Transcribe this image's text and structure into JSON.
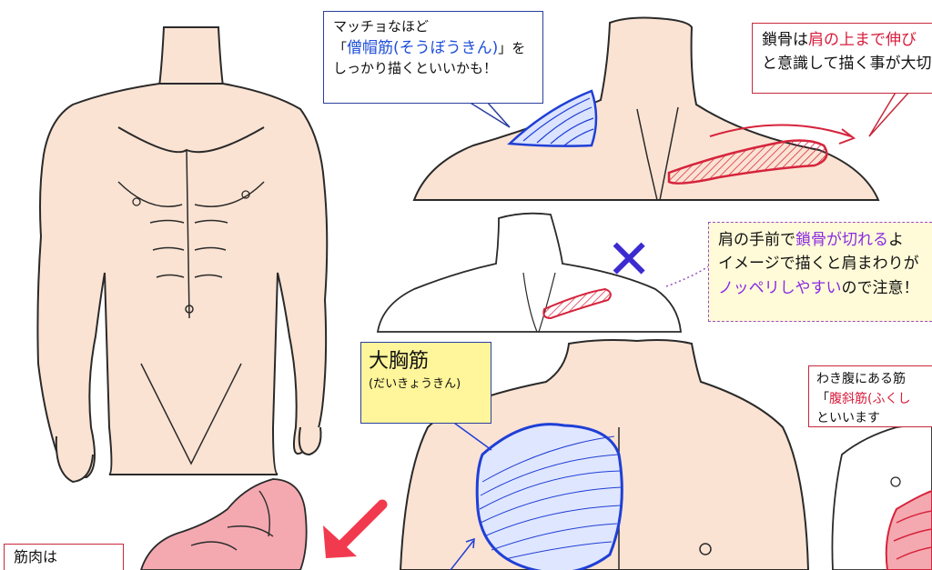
{
  "callouts": {
    "trapezius": {
      "line1": "マッチョなほど",
      "line2_pre": "「",
      "line2_hl": "僧帽筋(そうぼうきん)",
      "line2_post": "」を",
      "line3": "しっかり描くといいかも！"
    },
    "clavicle": {
      "line1_pre": "鎖骨は",
      "line1_hl": "肩の上まで伸び",
      "line2": "と意識して描く事が大切"
    },
    "warning": {
      "line1_pre": "肩の手前で",
      "line1_hl": "鎖骨が切れる",
      "line1_post": "よ",
      "line2": "イメージで描くと肩まわりが",
      "line3_hl": "ノッペリしやすい",
      "line3_post": "ので注意！"
    },
    "oblique": {
      "line1": "わき腹にある筋",
      "line2_pre": "「",
      "line2_hl": "腹斜筋(ふくし",
      "line3": "といいます"
    },
    "muscle_bottom": {
      "line1": "筋肉は"
    }
  },
  "labels": {
    "pectoral_main": "大胸筋",
    "pectoral_sub": "(だいきょうきん)"
  },
  "marks": {
    "wrong": "✕"
  },
  "colors": {
    "skin": "#fbe3d3",
    "line": "#2a2a2a",
    "muscle_blue": "#1f3fd6",
    "clavicle_red": "#d6243c",
    "arrow_red": "#f23a4f",
    "muscle_pink": "#f4a9b0"
  }
}
